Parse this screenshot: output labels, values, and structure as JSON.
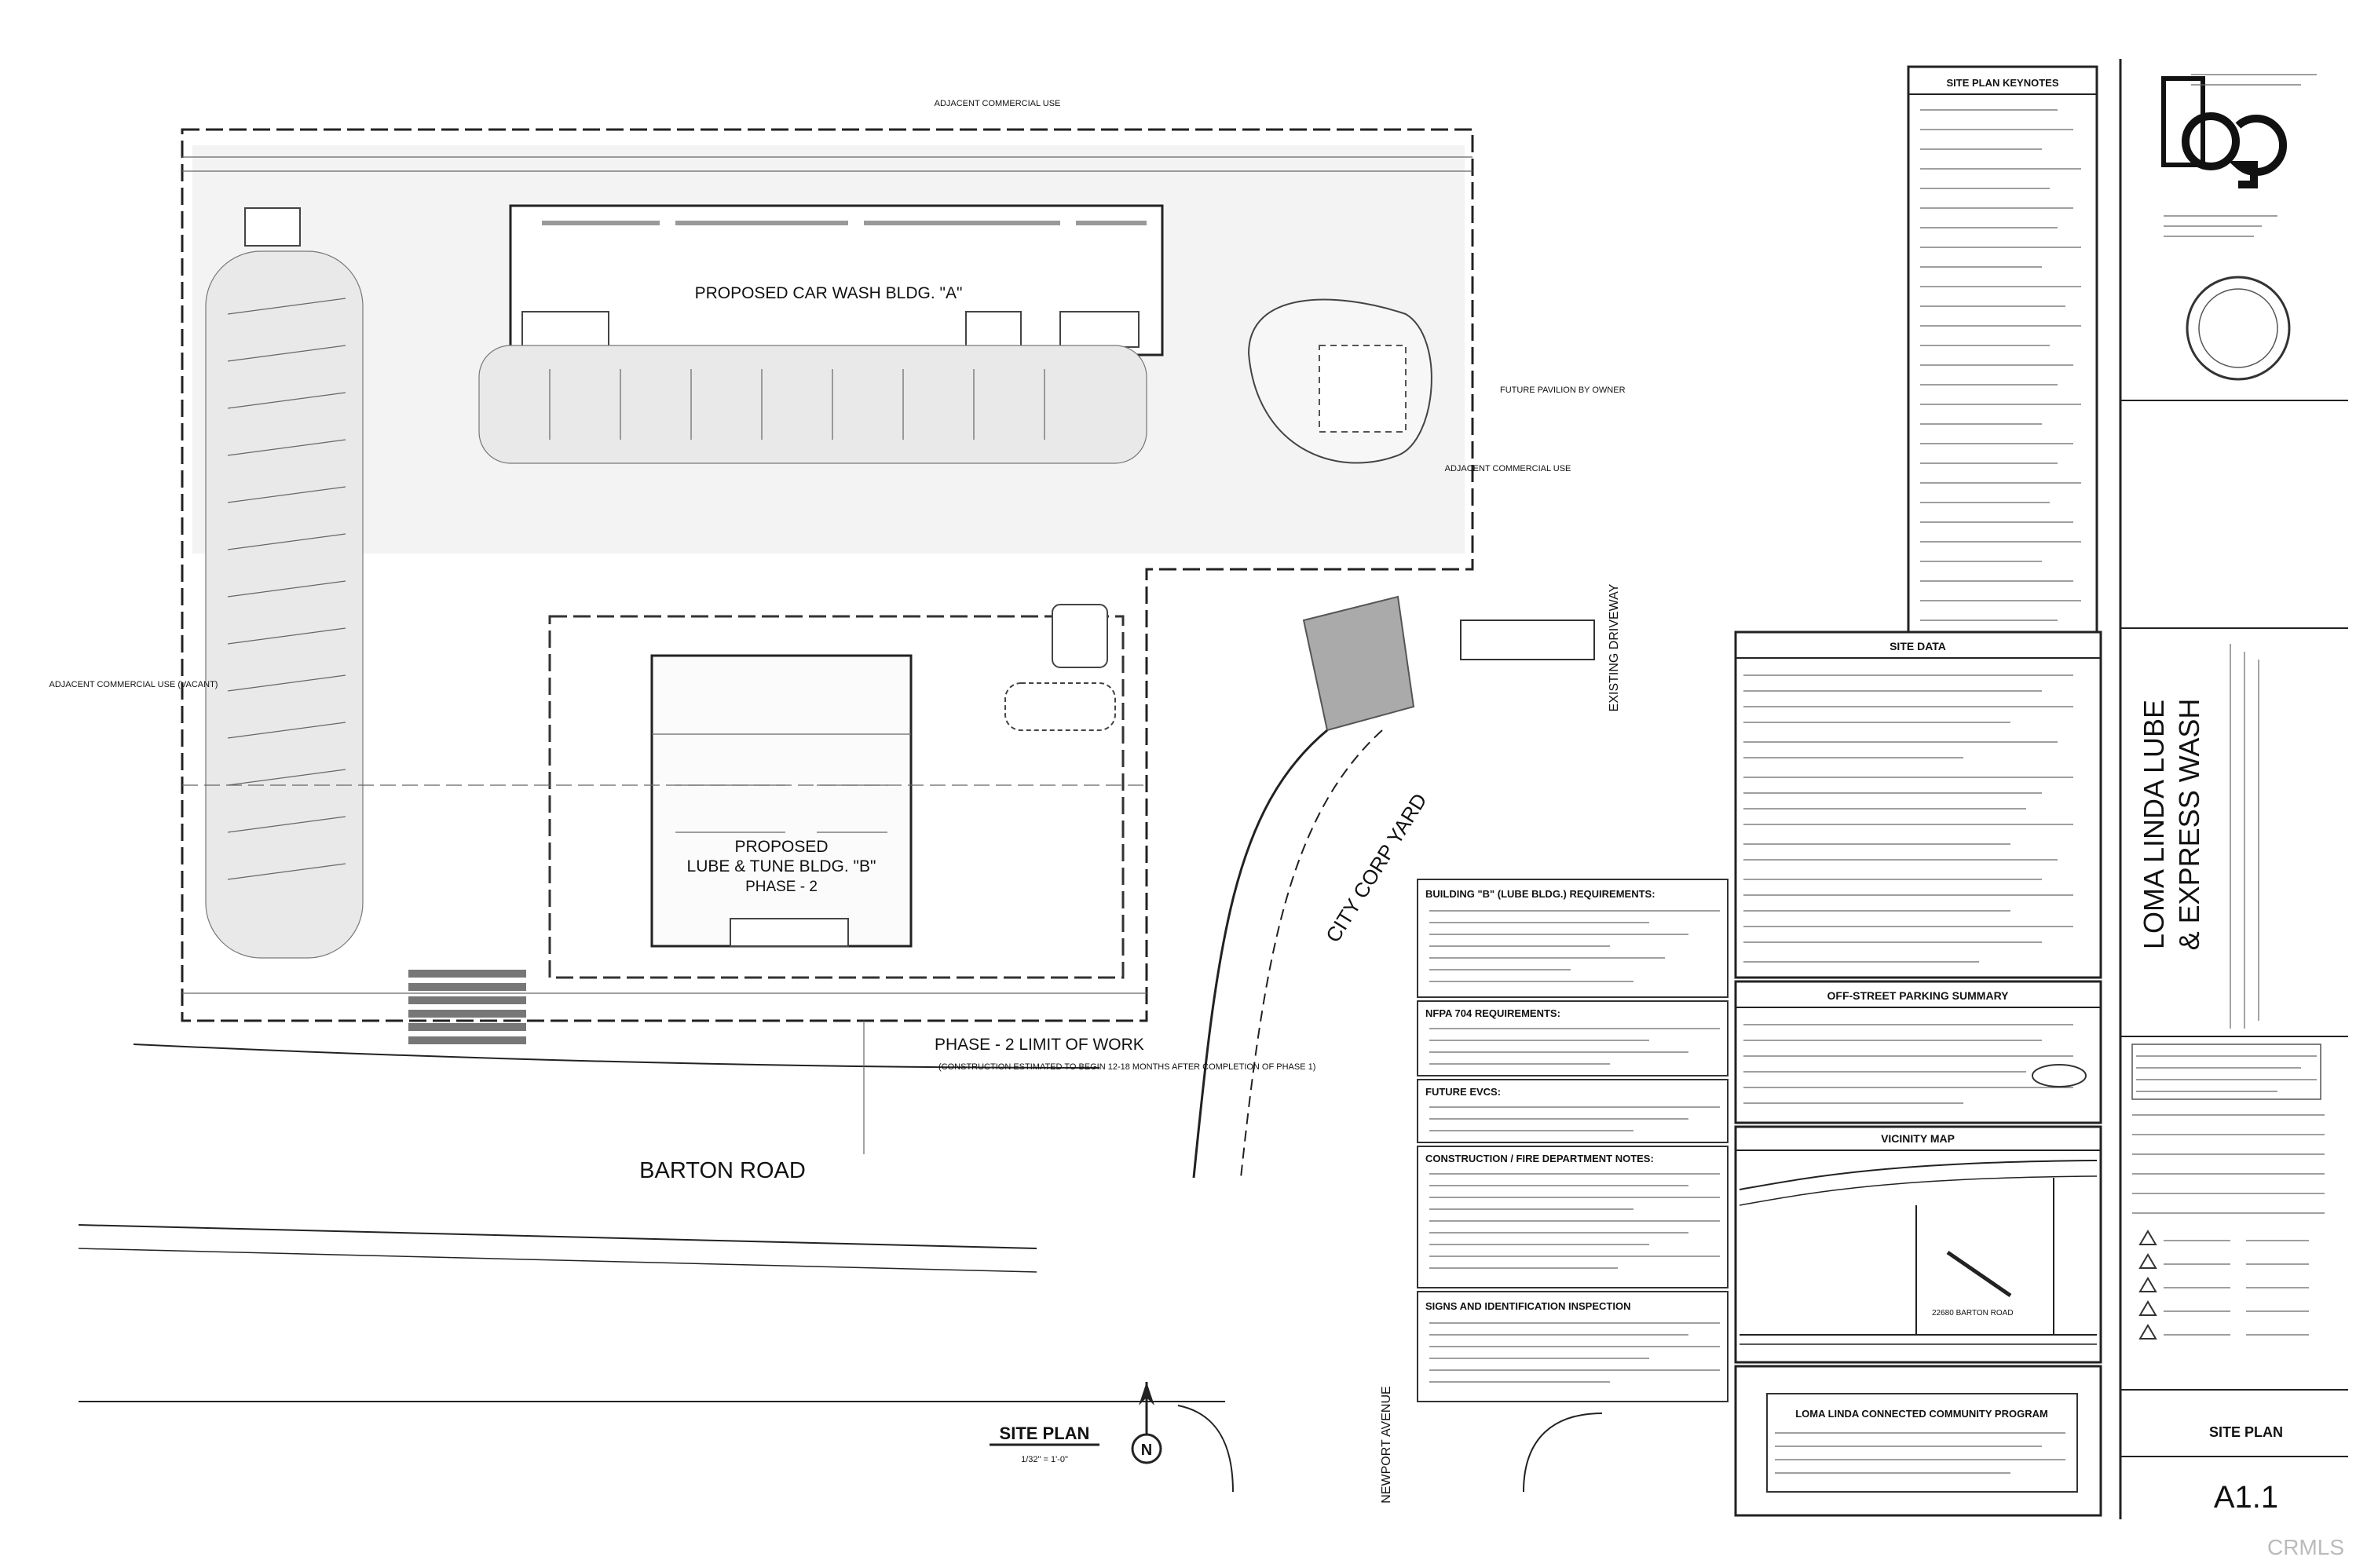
{
  "plan": {
    "adjacent_top": "ADJACENT COMMERCIAL USE",
    "adjacent_right": "ADJACENT COMMERCIAL USE",
    "adjacent_left": "ADJACENT COMMERCIAL USE (VACANT)",
    "building_a": "PROPOSED CAR WASH BLDG. \"A\"",
    "building_b_line1": "PROPOSED",
    "building_b_line2": "LUBE & TUNE BLDG. \"B\"",
    "building_b_line3": "PHASE - 2",
    "phase_limit": "PHASE - 2 LIMIT OF WORK",
    "phase_note": "(CONSTRUCTION ESTIMATED TO BEGIN 12-18 MONTHS AFTER COMPLETION OF PHASE 1)",
    "barton_road": "BARTON ROAD",
    "city_corp_yard": "CITY CORP YARD",
    "existing_driveway": "EXISTING DRIVEWAY",
    "newport_avenue": "NEWPORT AVENUE",
    "future_pavilion": "FUTURE PAVILION BY OWNER",
    "site_plan_title": "SITE PLAN",
    "scale": "1/32\" = 1'-0\"",
    "north": "N"
  },
  "notes": {
    "building_b_requirements": "BUILDING \"B\" (LUBE BLDG.) REQUIREMENTS:",
    "nfpa_requirements": "NFPA 704 REQUIREMENTS:",
    "future_evcs": "FUTURE EVCS:",
    "construction_fire": "CONSTRUCTION / FIRE DEPARTMENT NOTES:",
    "signs_inspection": "SIGNS AND IDENTIFICATION INSPECTION"
  },
  "panels": {
    "keynotes_title": "SITE PLAN KEYNOTES",
    "site_data_title": "SITE DATA",
    "parking_title": "OFF-STREET PARKING SUMMARY",
    "vicinity_title": "VICINITY MAP",
    "vicinity_site_label": "22680 BARTON ROAD",
    "connected_program": "LOMA LINDA CONNECTED COMMUNITY PROGRAM"
  },
  "title_block": {
    "project_line1": "LOMA LINDA LUBE",
    "project_line2": "& EXPRESS WASH",
    "sheet_title": "SITE PLAN",
    "sheet_number": "A1.1",
    "watermark": "CRMLS"
  }
}
